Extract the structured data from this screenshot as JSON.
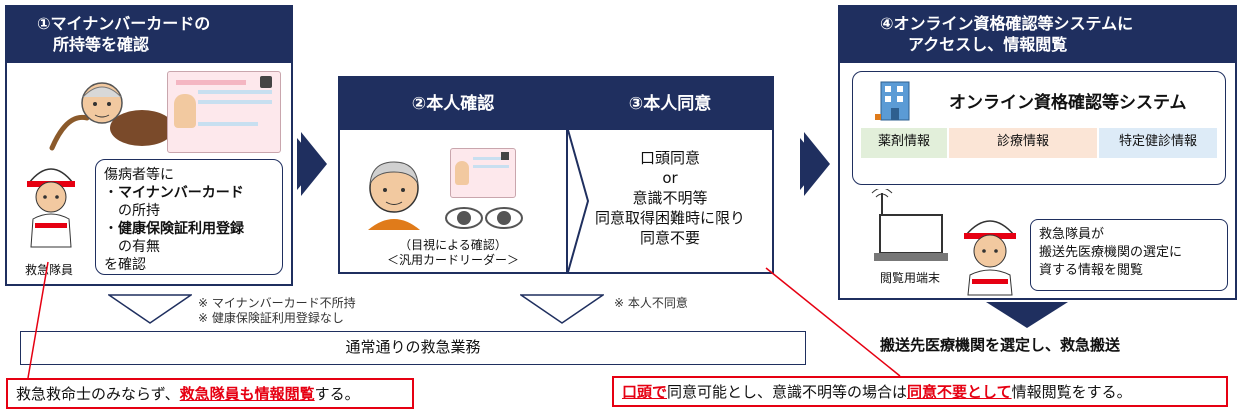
{
  "step1": {
    "title_line1": "①マイナンバーカードの",
    "title_line2": "所持等を確認",
    "bubble": {
      "line1": "傷病者等に",
      "item1_prefix": "・",
      "item1_bold": "マイナンバーカード",
      "item1_tail": "の所持",
      "item2_prefix": "・",
      "item2_bold": "健康保険証利用登録",
      "item2_tail": "の有無",
      "line_last": "を確認"
    },
    "crew_label": "救急隊員",
    "notes": [
      "※ マイナンバーカード不所持",
      "※ 健康保険証利用登録なし"
    ]
  },
  "step2": {
    "title": "②本人確認",
    "caption_line1": "（目視による確認）",
    "caption_line2": "＜汎用カードリーダー＞"
  },
  "step3": {
    "title": "③本人同意",
    "lines": [
      "口頭同意",
      "or",
      "意識不明等",
      "同意取得困難時に限り",
      "同意不要"
    ],
    "note": "※ 本人不同意"
  },
  "step4": {
    "title_line1": "④オンライン資格確認等システムに",
    "title_line2": "アクセスし、情報閲覧",
    "system_name": "オンライン資格確認等システム",
    "tags": [
      "薬剤情報",
      "診療情報",
      "特定健診情報"
    ],
    "terminal_label": "閲覧用端末",
    "bubble_lines": [
      "救急隊員が",
      "搬送先医療機関の選定に",
      "資する情報を閲覧"
    ]
  },
  "result": "搬送先医療機関を選定し、救急搬送",
  "normal_ops": "通常通りの救急業務",
  "callout_left": {
    "pre": "救急救命士のみならず、",
    "emph": "救急隊員も情報閲覧",
    "post": "する。"
  },
  "callout_right": {
    "emph1": "口頭で",
    "mid1": "同意可能とし、意識不明等の場合は",
    "emph2": "同意不要として",
    "post": "情報閲覧をする。"
  },
  "colors": {
    "navy": "#1f2f5f",
    "red": "#e60012",
    "tag_green": "#e2efda",
    "tag_peach": "#fbe5d6",
    "tag_blue": "#ddebf7"
  }
}
